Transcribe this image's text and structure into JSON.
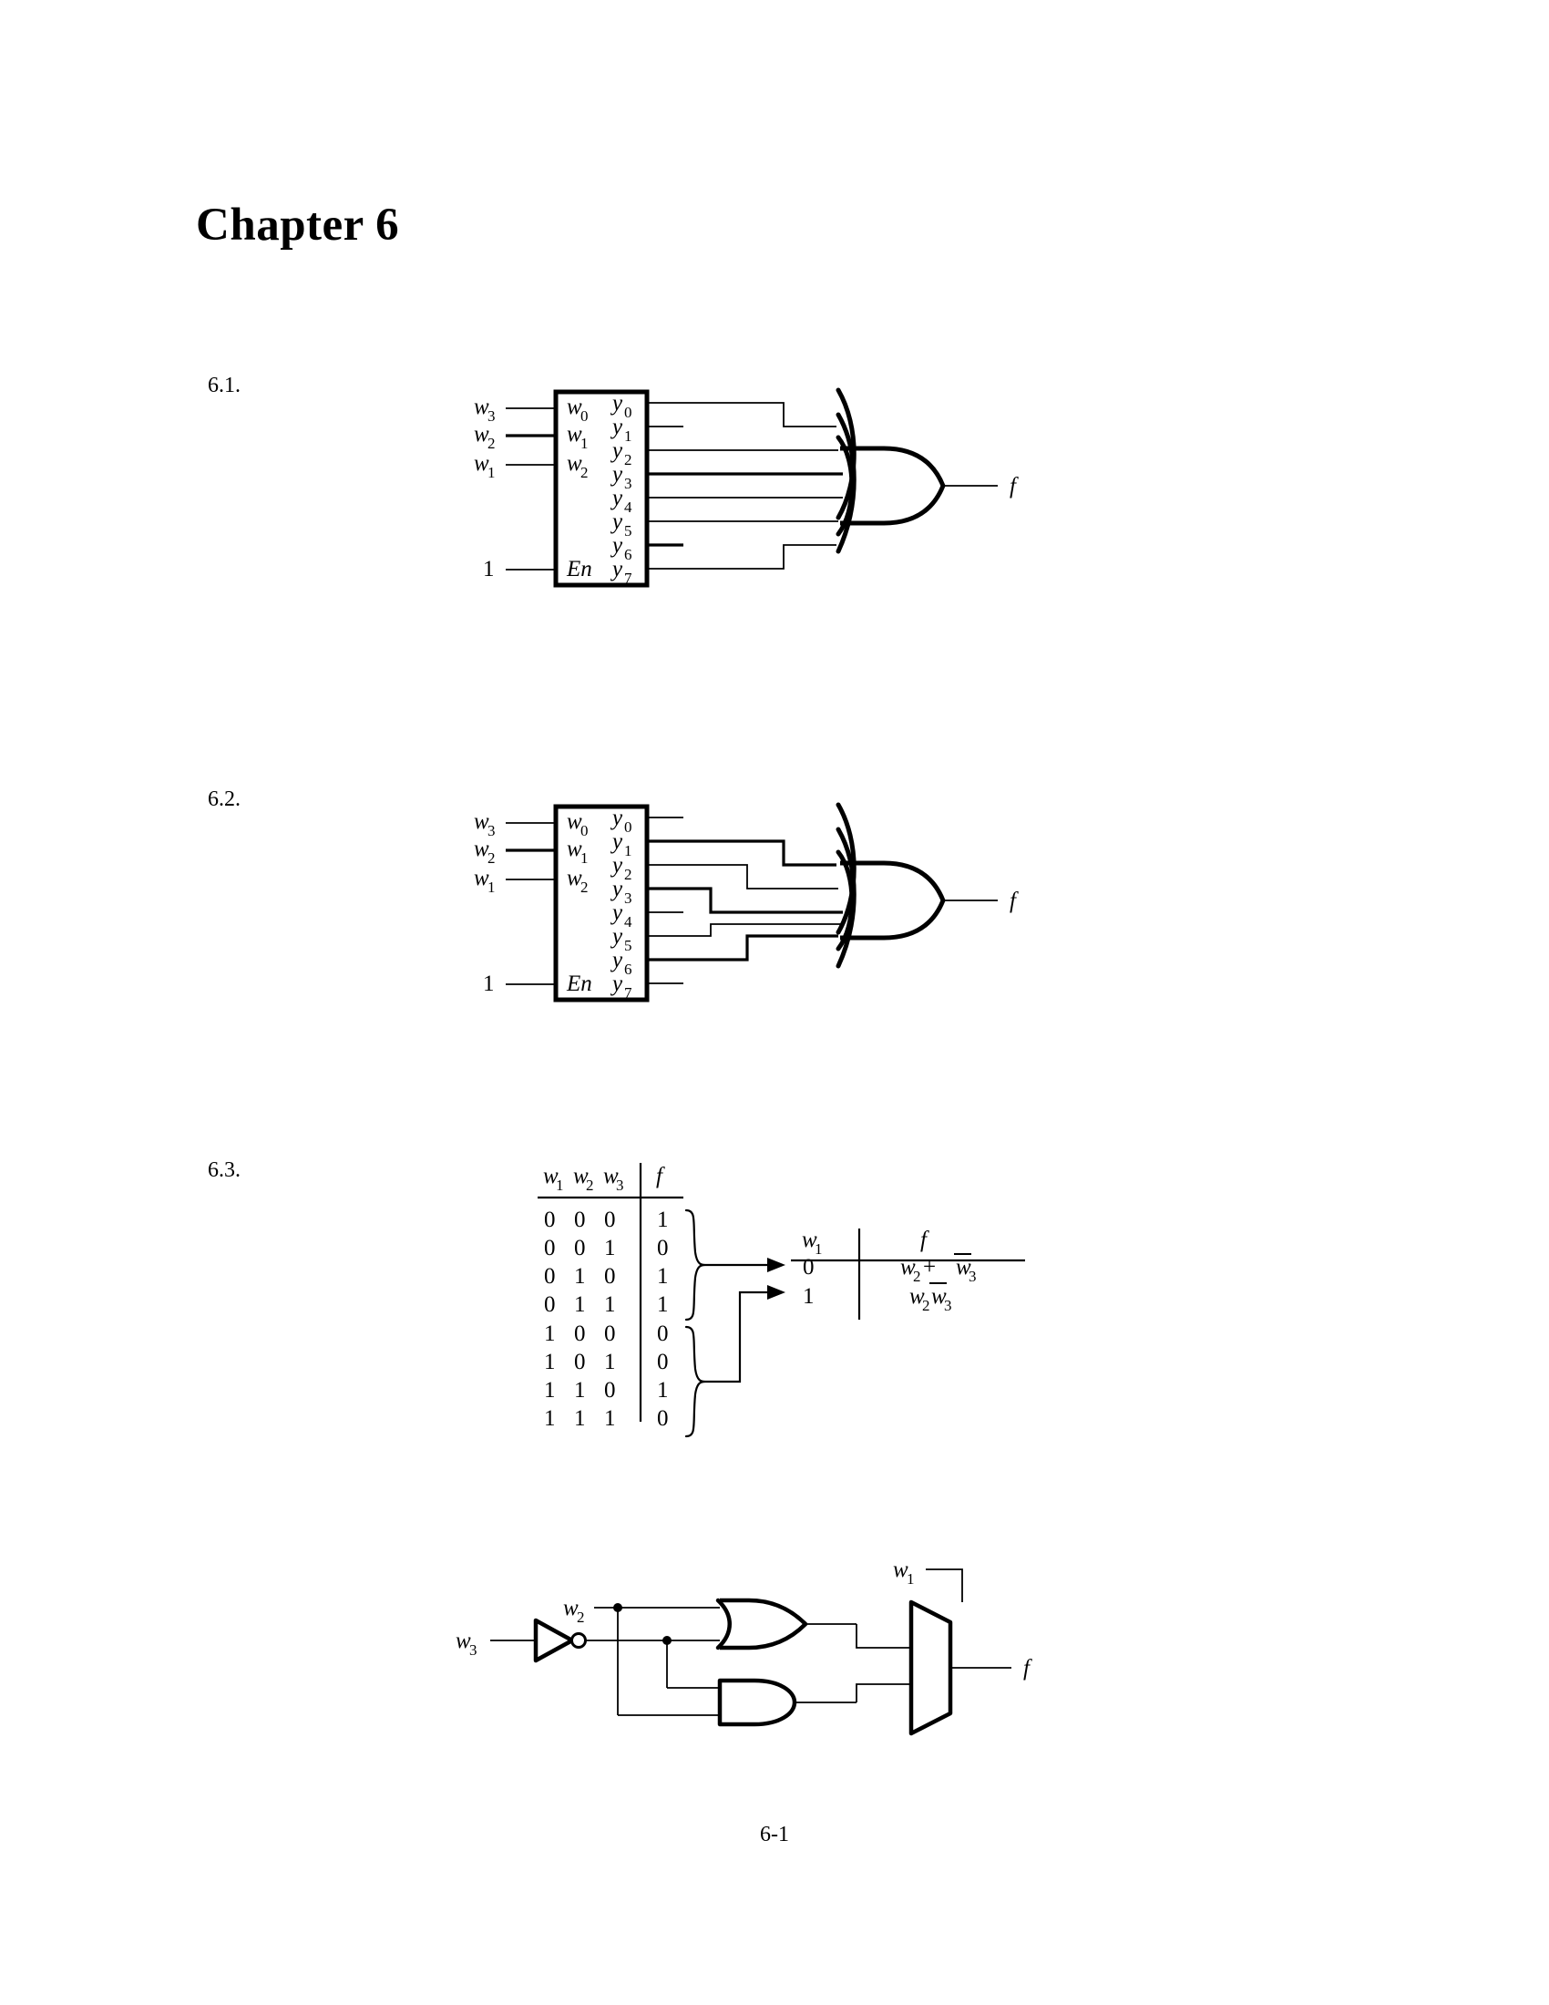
{
  "document": {
    "chapter_title": "Chapter 6",
    "page_footer": "6-1"
  },
  "problems": [
    {
      "number": "6.1."
    },
    {
      "number": "6.2."
    },
    {
      "number": "6.3."
    }
  ],
  "figure_6_1": {
    "decoder": {
      "input_labels": [
        "w",
        "w",
        "w"
      ],
      "input_subs": [
        "3",
        "2",
        "1"
      ],
      "enable_value": "1",
      "enable_label": "En",
      "port_in_labels": [
        "w",
        "w",
        "w"
      ],
      "port_in_subs": [
        "0",
        "1",
        "2"
      ],
      "port_out_labels": [
        "y",
        "y",
        "y",
        "y",
        "y",
        "y",
        "y",
        "y"
      ],
      "port_out_subs": [
        "0",
        "1",
        "2",
        "3",
        "4",
        "5",
        "6",
        "7"
      ]
    },
    "gate": {
      "type": "OR",
      "output_label": "f"
    },
    "connected_outputs": [
      "y0",
      "y2",
      "y3",
      "y4",
      "y5",
      "y7"
    ],
    "unconnected_outputs": [
      "y1",
      "y6"
    ]
  },
  "figure_6_2": {
    "decoder": {
      "input_labels": [
        "w",
        "w",
        "w"
      ],
      "input_subs": [
        "3",
        "2",
        "1"
      ],
      "enable_value": "1",
      "enable_label": "En",
      "port_in_labels": [
        "w",
        "w",
        "w"
      ],
      "port_in_subs": [
        "0",
        "1",
        "2"
      ],
      "port_out_labels": [
        "y",
        "y",
        "y",
        "y",
        "y",
        "y",
        "y",
        "y"
      ],
      "port_out_subs": [
        "0",
        "1",
        "2",
        "3",
        "4",
        "5",
        "6",
        "7"
      ]
    },
    "gate": {
      "type": "OR",
      "output_label": "f"
    },
    "connected_outputs": [
      "y1",
      "y2",
      "y3",
      "y5",
      "y6"
    ],
    "unconnected_outputs": [
      "y0",
      "y4",
      "y7"
    ]
  },
  "figure_6_3": {
    "truth_table": {
      "headers": [
        "w",
        "w",
        "w",
        "f"
      ],
      "header_subs": [
        "1",
        "2",
        "3",
        ""
      ],
      "rows": [
        {
          "w1": "0",
          "w2": "0",
          "w3": "0",
          "f": "1"
        },
        {
          "w1": "0",
          "w2": "0",
          "w3": "1",
          "f": "0"
        },
        {
          "w1": "0",
          "w2": "1",
          "w3": "0",
          "f": "1"
        },
        {
          "w1": "0",
          "w2": "1",
          "w3": "1",
          "f": "1"
        },
        {
          "w1": "1",
          "w2": "0",
          "w3": "0",
          "f": "0"
        },
        {
          "w1": "1",
          "w2": "0",
          "w3": "1",
          "f": "0"
        },
        {
          "w1": "1",
          "w2": "1",
          "w3": "0",
          "f": "1"
        },
        {
          "w1": "1",
          "w2": "1",
          "w3": "1",
          "f": "0"
        }
      ]
    },
    "derived_table": {
      "header_var": "w",
      "header_var_sub": "1",
      "header_fn": "f",
      "rows": [
        {
          "w1": "0",
          "expr_parts": [
            "w",
            "2",
            " + ",
            "w",
            "3"
          ],
          "expr_text": "w2 + w̄3",
          "bar_on": "second"
        },
        {
          "w1": "1",
          "expr_parts": [
            "w",
            "2",
            "",
            "w",
            "3"
          ],
          "expr_text": "w2 w̄3",
          "bar_on": "second"
        }
      ]
    },
    "circuit": {
      "input_w3": "w",
      "input_w3_sub": "3",
      "input_w2": "w",
      "input_w2_sub": "2",
      "select_label": "w",
      "select_sub": "1",
      "output_label": "f",
      "gates": [
        "not-gate",
        "or-gate",
        "and-gate",
        "mux"
      ]
    }
  }
}
